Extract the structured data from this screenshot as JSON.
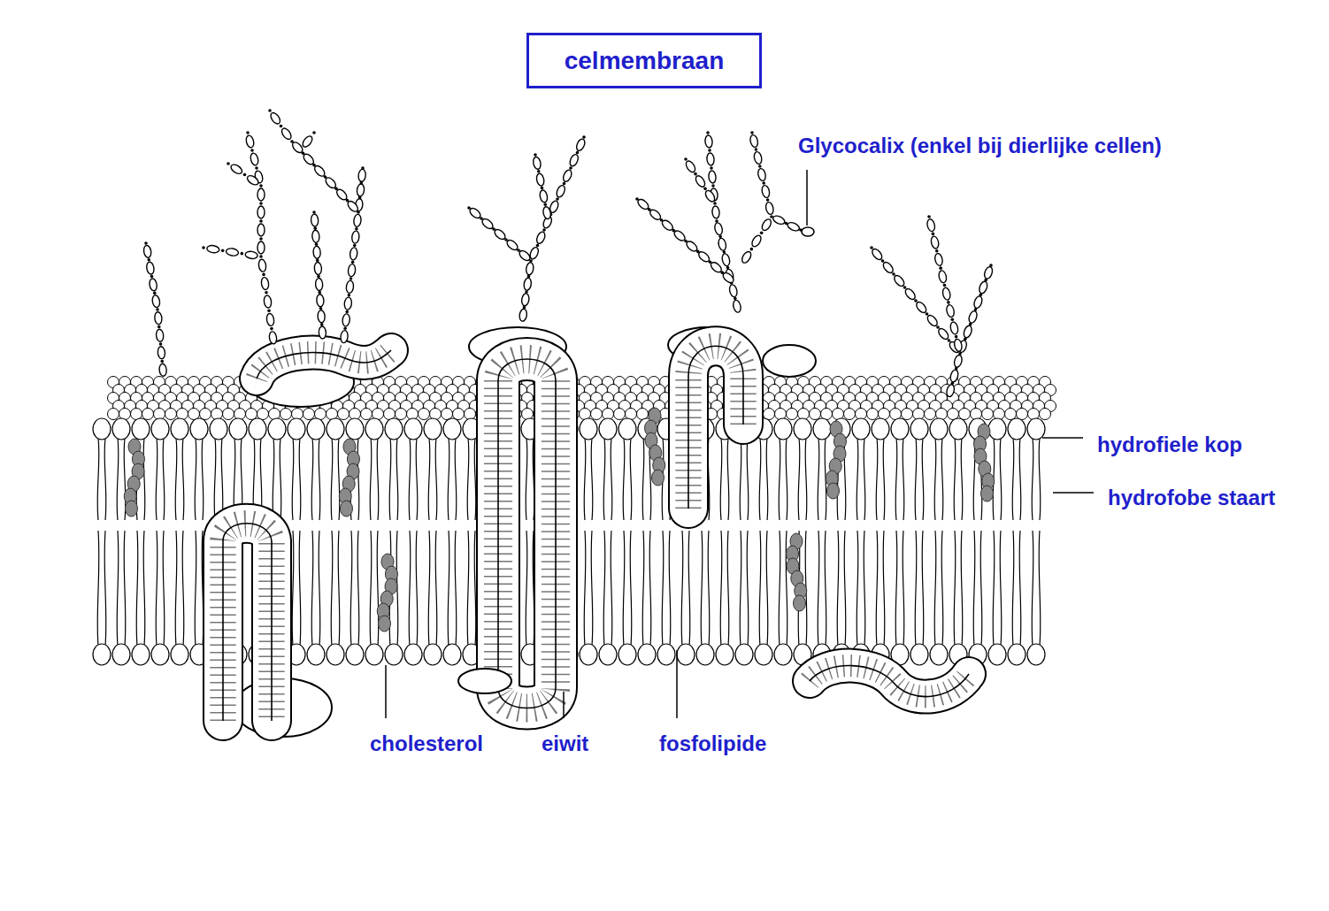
{
  "diagram": {
    "title": "celmembraan",
    "labels": [
      "Glycocalix (enkel bij dierlijke cellen)",
      "hydrofiele kop",
      "hydrofobe staart",
      "cholesterol",
      "eiwit",
      "fosfolipide"
    ]
  }
}
